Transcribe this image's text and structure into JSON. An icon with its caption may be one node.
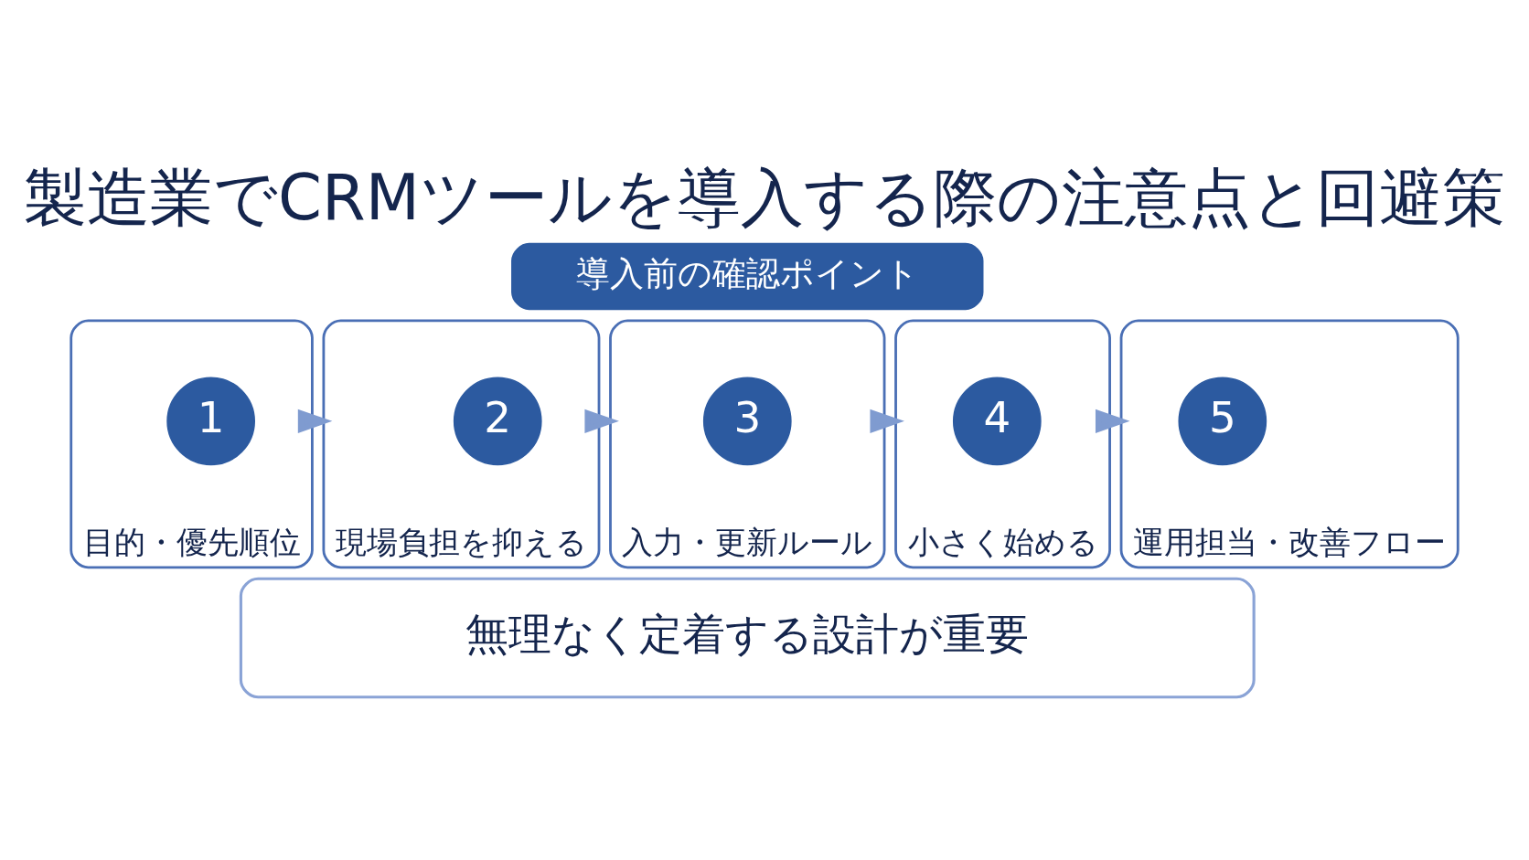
{
  "diagram": {
    "title": "製造業でCRMツールを導入する際の注意点と回避策",
    "nodes": [
      {
        "text": [
          "導入前の確認ポイント"
        ]
      },
      {
        "text": [
          "目的・優先順位"
        ]
      },
      {
        "text": [
          "1"
        ],
        "in": 1
      },
      {
        "text": [
          "現場負担を抑える"
        ]
      },
      {
        "text": [
          "2"
        ],
        "in": 3
      },
      {
        "text": [
          "入力・更新ルール"
        ]
      },
      {
        "text": [
          "3"
        ],
        "in": 5
      },
      {
        "text": [
          "小さく始める"
        ]
      },
      {
        "text": [
          "4"
        ],
        "in": 7
      },
      {
        "text": [
          "運用担当・改善フロー"
        ]
      },
      {
        "text": [
          "5"
        ],
        "in": 9
      },
      {
        "text": [
          "無理なく定着する設計が重要"
        ]
      }
    ],
    "edges": [
      {
        "from": 1,
        "to": 3,
        "arrow": "to"
      },
      {
        "from": 3,
        "to": 5,
        "arrow": "to"
      },
      {
        "from": 5,
        "to": 7,
        "arrow": "to"
      },
      {
        "from": 7,
        "to": 9,
        "arrow": "to"
      }
    ]
  }
}
